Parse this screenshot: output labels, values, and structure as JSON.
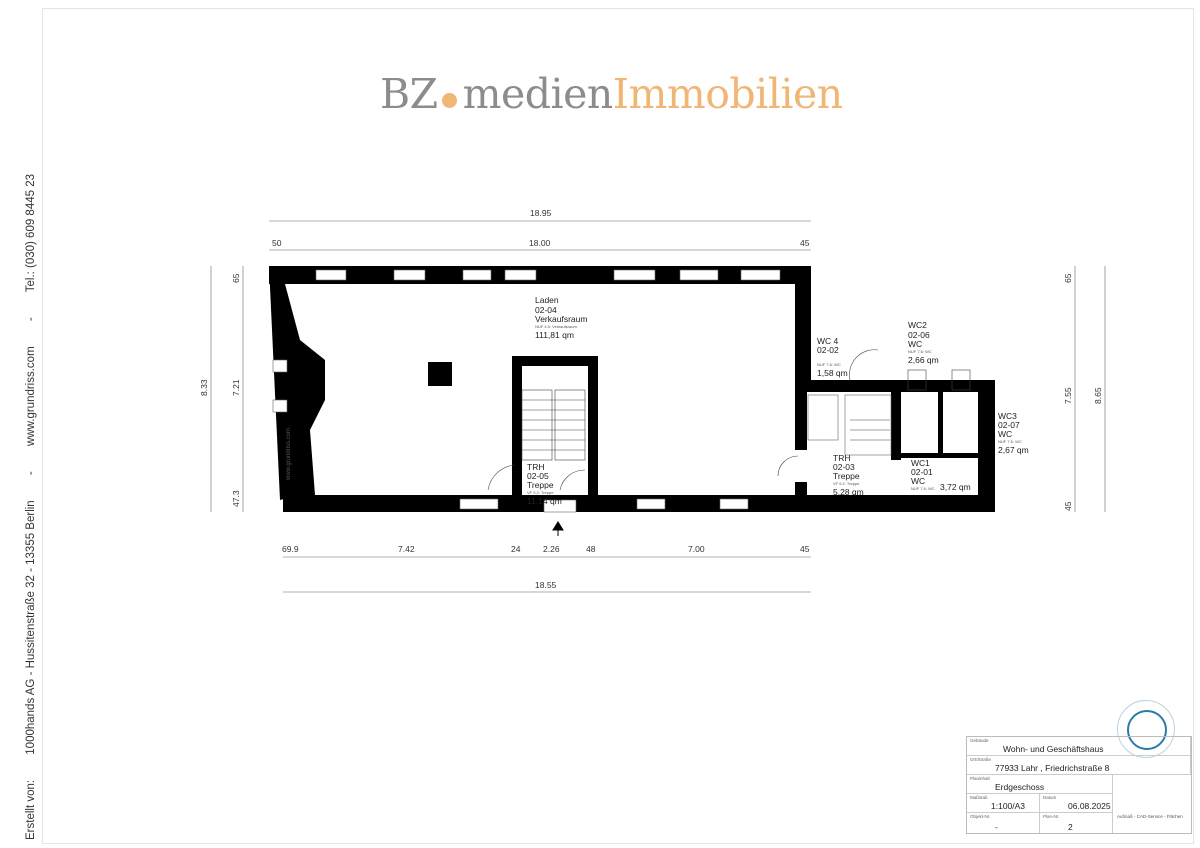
{
  "logo": {
    "part1": "BZ",
    "part2": "medien",
    "part3": "Immobilien",
    "gray": "#8c8c8c",
    "orange": "#f0b676"
  },
  "side_text": [
    "Erstellt von:",
    "1000hands AG - Hussitenstraße 32 - 13355 Berlin",
    "-",
    "www.grundriss.com",
    "-",
    "Tel.: (030) 609 8445 23"
  ],
  "watermark": "www.grundriss.com",
  "dimensions": {
    "top_total": "18.95",
    "top_left": "50",
    "top_mid": "18.00",
    "top_right": "45",
    "left_total": "8.33",
    "left_mid": "7.21",
    "left_top": "65",
    "left_bottom": "47.3",
    "right_top": "65",
    "right_mid": "7.55",
    "right_total": "8.65",
    "right_bottom": "45",
    "bottom": [
      "69.9",
      "7.42",
      "24",
      "2.26",
      "48",
      "7.00",
      "45"
    ],
    "bottom_total": "18.55"
  },
  "rooms": [
    {
      "name": "Laden",
      "id": "02-04",
      "type": "Verkaufsraum",
      "nuf": "NUF 4.5: Verkaufsraum",
      "area": "111,81 qm"
    },
    {
      "name": "TRH",
      "id": "02-05",
      "type": "Treppe",
      "nuf": "VF 9.2: Treppe",
      "area": "11,14 qm"
    },
    {
      "name": "WC 4",
      "id": "02-02",
      "type": "",
      "nuf": "NUF 7.6: WC",
      "area": "1,58 qm"
    },
    {
      "name": "WC2",
      "id": "02-06",
      "type": "WC",
      "nuf": "NUF 7.6: WC",
      "area": "2,66 qm"
    },
    {
      "name": "WC3",
      "id": "02-07",
      "type": "WC",
      "nuf": "NUF 7.6: WC",
      "area": "2,67 qm"
    },
    {
      "name": "TRH",
      "id": "02-03",
      "type": "Treppe",
      "nuf": "VF 9.2: Treppe",
      "area": "5,28 qm"
    },
    {
      "name": "WC1",
      "id": "02-01",
      "type": "WC",
      "nuf": "NUF 7.6: WC",
      "area": "3,72 qm"
    }
  ],
  "title_block": {
    "building_label": "Gebäude",
    "building": "Wohn- und Geschäftshaus",
    "address_label": "Ort/Straße",
    "address": "77933 Lahr , Friedrichstraße 8",
    "content_label": "Planinhalt",
    "content": "Erdgeschoss",
    "scale_label": "Maßstab",
    "scale": "1:100/A3",
    "date_label": "Datum",
    "date": "06.08.2025",
    "object_label": "Objekt-Nr.",
    "object": "-",
    "plan_label": "Plan-Nr.",
    "plan": "2",
    "services": "Aufmaß - CAD-Service - Flächen"
  }
}
